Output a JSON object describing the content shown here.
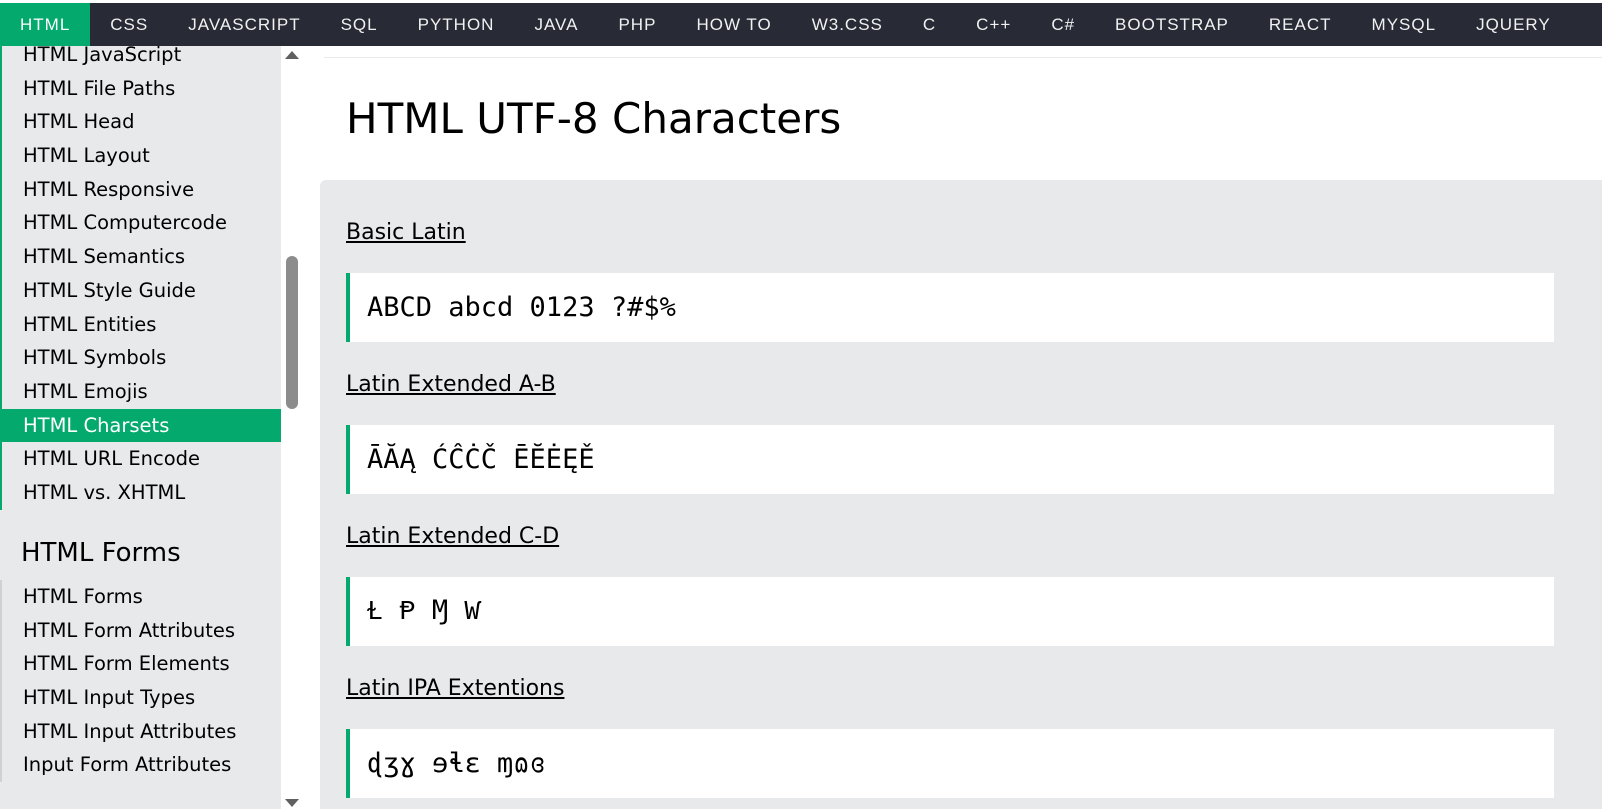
{
  "topnav": {
    "items": [
      "HTML",
      "CSS",
      "JAVASCRIPT",
      "SQL",
      "PYTHON",
      "JAVA",
      "PHP",
      "HOW TO",
      "W3.CSS",
      "C",
      "C++",
      "C#",
      "BOOTSTRAP",
      "REACT",
      "MYSQL",
      "JQUERY"
    ],
    "active": "HTML"
  },
  "sidebar": {
    "group1": [
      "HTML JavaScript",
      "HTML File Paths",
      "HTML Head",
      "HTML Layout",
      "HTML Responsive",
      "HTML Computercode",
      "HTML Semantics",
      "HTML Style Guide",
      "HTML Entities",
      "HTML Symbols",
      "HTML Emojis",
      "HTML Charsets",
      "HTML URL Encode",
      "HTML vs. XHTML"
    ],
    "active_item": "HTML Charsets",
    "group2_title": "HTML Forms",
    "group2": [
      "HTML Forms",
      "HTML Form Attributes",
      "HTML Form Elements",
      "HTML Input Types",
      "HTML Input Attributes",
      "Input Form Attributes"
    ]
  },
  "main": {
    "title": "HTML UTF-8 Characters",
    "sections": [
      {
        "label": "Basic Latin",
        "sample": "ABCD abcd 0123 ?#$%"
      },
      {
        "label": "Latin Extended A-B",
        "sample": "ĀĂĄ ĆĈĊČ ĒĔĖĘĚ"
      },
      {
        "label": "Latin Extended C-D",
        "sample": "Ɫ Ᵽ Ɱ Ⱳ"
      },
      {
        "label": "Latin IPA Extentions",
        "sample": "ɖʒɣ ɘɬɛ ɱɷɞ"
      }
    ]
  },
  "colors": {
    "accent": "#04aa6d",
    "nav_bg": "#282a35",
    "panel_bg": "#e7e9eb"
  }
}
